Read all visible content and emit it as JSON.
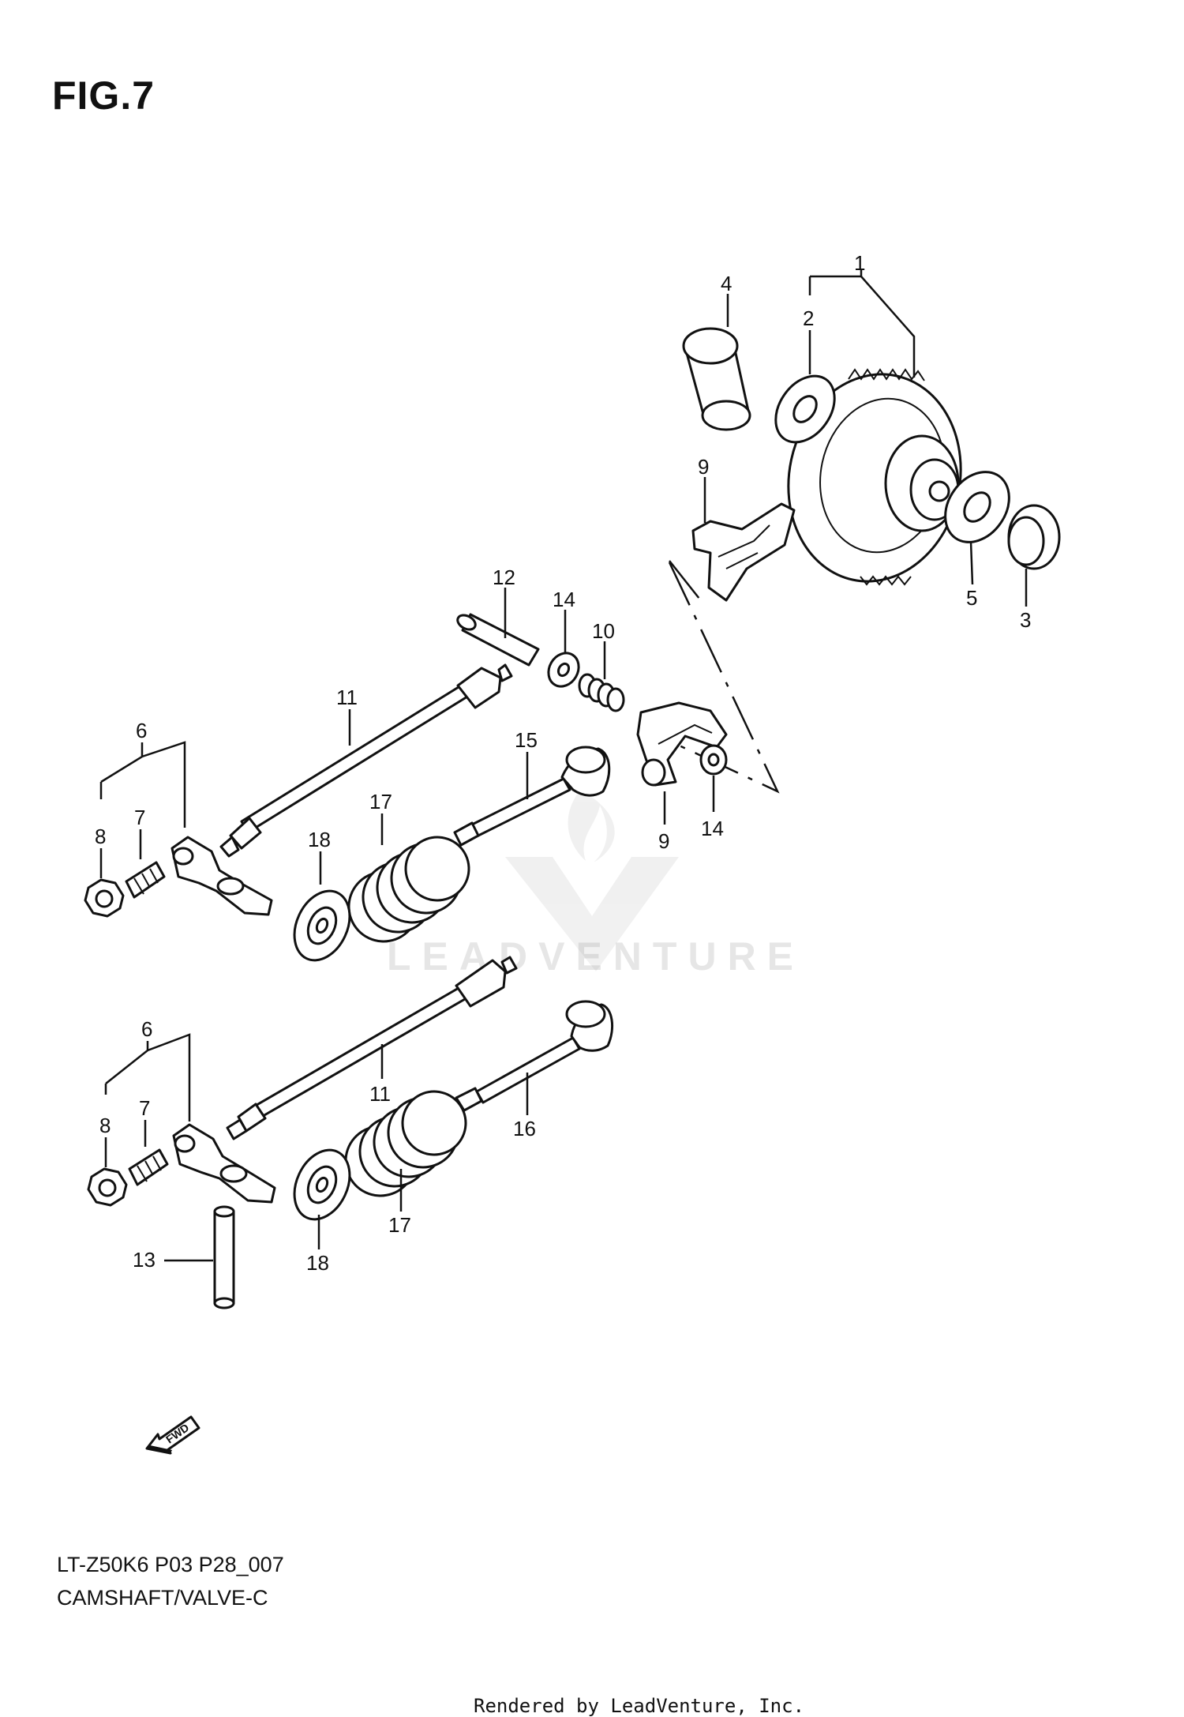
{
  "figure": {
    "title": "FIG.7"
  },
  "watermark": {
    "text": "LEADVENTURE"
  },
  "footer": {
    "model_code": "LT-Z50K6 P03 P28_007",
    "section_name": "CAMSHAFT/VALVE-C",
    "rendered_by": "Rendered by LeadVenture, Inc."
  },
  "fwd_label": "FWD",
  "callouts": [
    {
      "id": "c1",
      "label": "1"
    },
    {
      "id": "c2",
      "label": "2"
    },
    {
      "id": "c3",
      "label": "3"
    },
    {
      "id": "c4",
      "label": "4"
    },
    {
      "id": "c5",
      "label": "5"
    },
    {
      "id": "c9a",
      "label": "9"
    },
    {
      "id": "c12",
      "label": "12"
    },
    {
      "id": "c14a",
      "label": "14"
    },
    {
      "id": "c10",
      "label": "10"
    },
    {
      "id": "c11a",
      "label": "11"
    },
    {
      "id": "c6a",
      "label": "6"
    },
    {
      "id": "c7a",
      "label": "7"
    },
    {
      "id": "c8a",
      "label": "8"
    },
    {
      "id": "c15",
      "label": "15"
    },
    {
      "id": "c17a",
      "label": "17"
    },
    {
      "id": "c18a",
      "label": "18"
    },
    {
      "id": "c9b",
      "label": "9"
    },
    {
      "id": "c14b",
      "label": "14"
    },
    {
      "id": "c6b",
      "label": "6"
    },
    {
      "id": "c7b",
      "label": "7"
    },
    {
      "id": "c8b",
      "label": "8"
    },
    {
      "id": "c11b",
      "label": "11"
    },
    {
      "id": "c16",
      "label": "16"
    },
    {
      "id": "c17b",
      "label": "17"
    },
    {
      "id": "c18b",
      "label": "18"
    },
    {
      "id": "c13",
      "label": "13"
    }
  ]
}
